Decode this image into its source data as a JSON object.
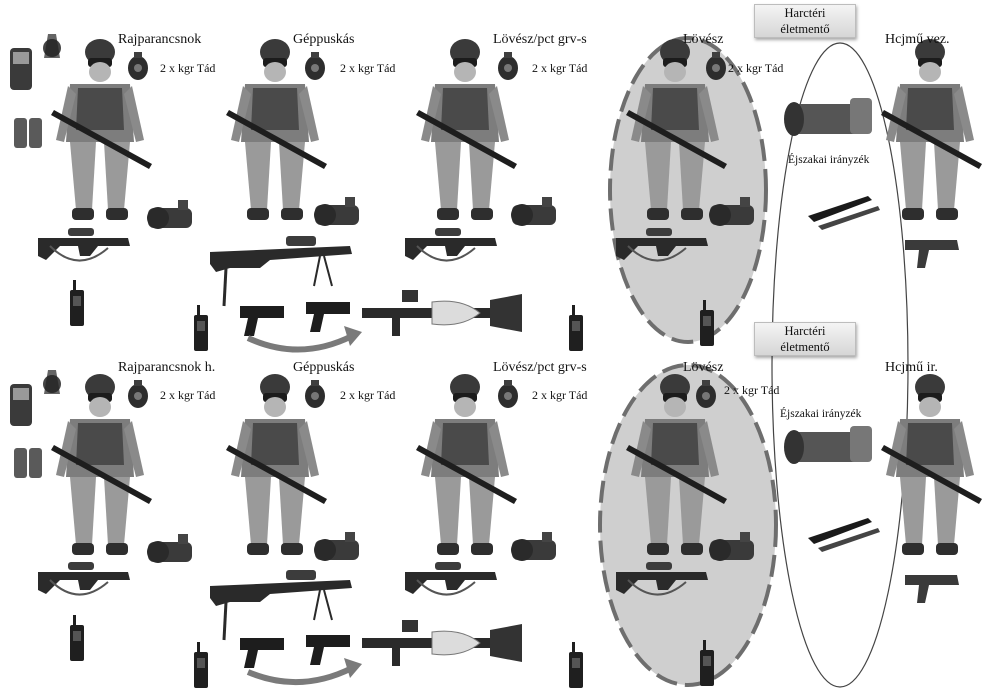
{
  "rows": [
    {
      "roles": [
        "Rajparancsnok",
        "Géppuskás",
        "Lövész/pct grv-s",
        "Lövész",
        "Hcjmű vez."
      ],
      "grenade_label": "2 x kgr Tád",
      "callout_lines": [
        "Harctéri",
        "életmentő"
      ],
      "night_sight_label": "Éjszakai irányzék"
    },
    {
      "roles": [
        "Rajparancsnok h.",
        "Géppuskás",
        "Lövész/pct grv-s",
        "Lövész",
        "Hcjmű ir."
      ],
      "grenade_label": "2 x kgr Tád",
      "callout_lines": [
        "Harctéri",
        "életmentő"
      ],
      "night_sight_label": "Éjszakai irányzék"
    }
  ],
  "colors": {
    "highlight_fill": "#cfcfcf",
    "highlight_dash": "#6e6e6e",
    "arrow": "#7a7a7a",
    "soldier_camo": "#8c8c8c"
  }
}
